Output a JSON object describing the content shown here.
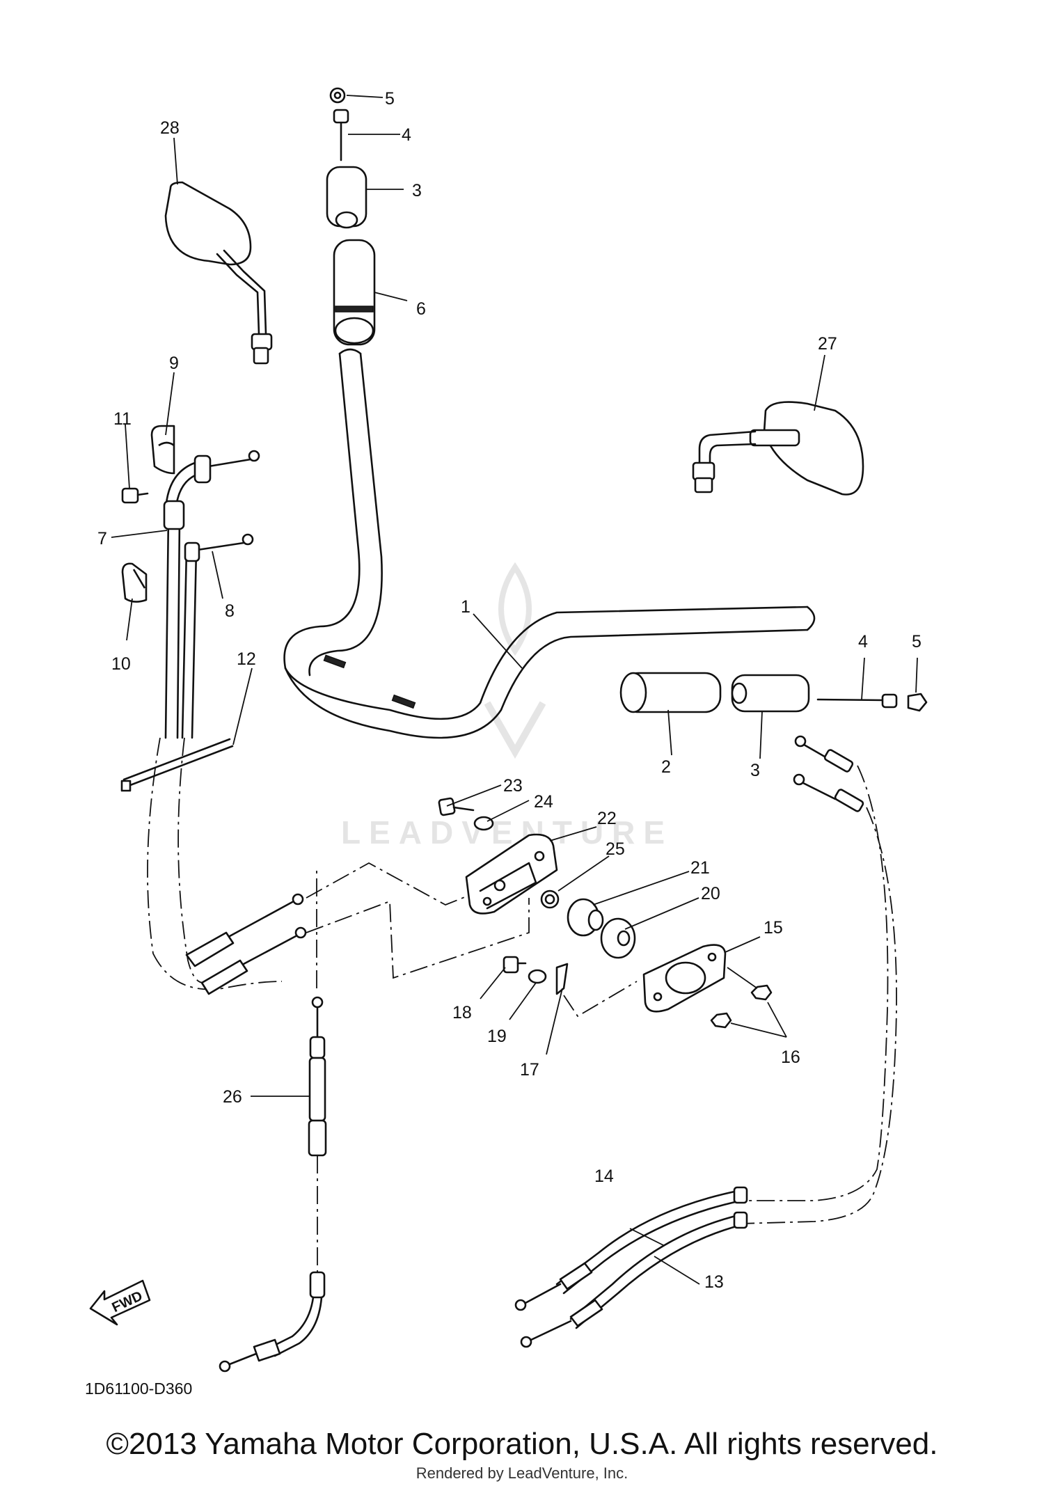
{
  "diagram": {
    "code": "1D61100-D360",
    "watermark": "LEADVENTURE",
    "fwd_label": "FWD",
    "callouts": [
      "1",
      "2",
      "3",
      "3",
      "4",
      "4",
      "5",
      "5",
      "6",
      "7",
      "8",
      "9",
      "10",
      "11",
      "12",
      "13",
      "14",
      "15",
      "16",
      "17",
      "18",
      "19",
      "20",
      "21",
      "22",
      "23",
      "24",
      "25",
      "26",
      "27",
      "28"
    ]
  },
  "footer": {
    "copyright": "©2013 Yamaha Motor Corporation, U.S.A. All rights reserved.",
    "rendered_by": "Rendered by LeadVenture, Inc."
  }
}
